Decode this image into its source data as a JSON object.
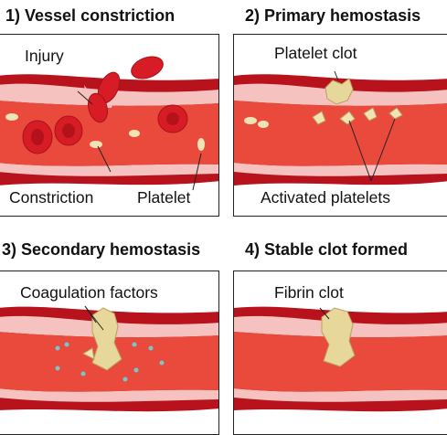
{
  "panels": [
    {
      "title": "1) Vessel constriction",
      "labels": [
        "Injury",
        "Constriction",
        "Platelet"
      ]
    },
    {
      "title": "2) Primary hemostasis",
      "labels": [
        "Platelet clot",
        "Activated platelets"
      ]
    },
    {
      "title": "3) Secondary hemostasis",
      "labels": [
        "Coagulation factors"
      ]
    },
    {
      "title": "4) Stable clot formed",
      "labels": [
        "Fibrin clot"
      ]
    }
  ],
  "colors": {
    "vessel_wall_outer": "#b8121c",
    "vessel_lumen": "#ea4a3c",
    "endothelium": "#f6c2c0",
    "red_blood_cell": "#d81c26",
    "platelet": "#f2e3b4",
    "clot": "#e8d79a",
    "coagulation_factor": "#6fcad0"
  }
}
